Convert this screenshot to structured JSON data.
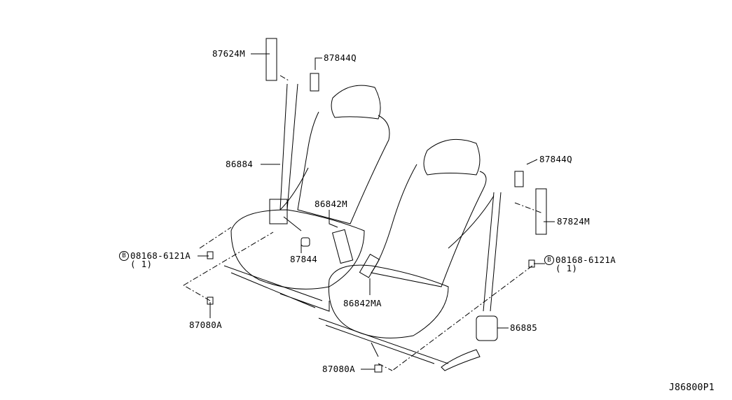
{
  "labels": {
    "part_87624M": "87624M",
    "part_87844Q_left": "87844Q",
    "part_86884": "86884",
    "part_86842M": "86842M",
    "part_87844": "87844",
    "bolt_left_code": "08168-6121A",
    "bolt_left_qty": "( 1)",
    "bolt_left_marker": "B",
    "part_87080A_left": "87080A",
    "part_86842MA": "86842MA",
    "part_87844Q_right": "87844Q",
    "part_87824M": "87824M",
    "bolt_right_code": "08168-6121A",
    "bolt_right_qty": "( 1)",
    "bolt_right_marker": "B",
    "part_86885": "86885",
    "part_87080A_bottom": "87080A",
    "diagram_id": "J86800P1"
  }
}
